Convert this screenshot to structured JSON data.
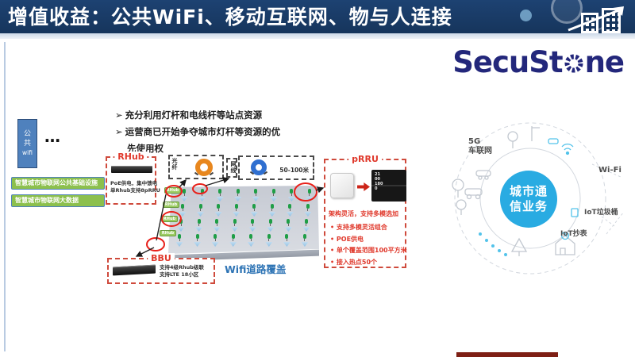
{
  "banner": {
    "title": "增值收益：公共WiFi、移动互联网、物与人连接"
  },
  "logo": {
    "left": "SecuSt",
    "right": "ne"
  },
  "sidebar": {
    "public_wifi_lines": [
      "公",
      "共",
      "wifi"
    ],
    "dots": "…",
    "green_boxes": [
      "智慧城市物联网公共基础设施",
      "智慧城市物联网大数据"
    ]
  },
  "bullets": {
    "marker": "➢",
    "line1": "充分利用灯杆和电线杆等站点资源",
    "line2": "运营商已开始争夺城市灯杆等资源的优",
    "line3": "先使用权"
  },
  "rhub_box": {
    "title": "RHub",
    "line1": "PoE供电，集中馈电",
    "line2": "单Rhub支持8pRRU"
  },
  "fiber_box": {
    "label": "光纤"
  },
  "cable_box": {
    "label": "网线",
    "distance": "50-100米"
  },
  "prru_box": {
    "title": "pRRU",
    "device_numbers": [
      "21",
      "00",
      "180",
      "0"
    ],
    "headline": "架构灵活，支持多模选加",
    "features": [
      "支持多模灵活组合",
      "POE供电",
      "单个覆盖范围100平方米",
      "接入热点50个"
    ]
  },
  "road": {
    "chip_label": "RHub",
    "caption": "Wifi道路覆盖"
  },
  "bbu_box": {
    "title": "BBU",
    "line1": "支持4级Rhub级联",
    "line2": "支持LTE 18小区"
  },
  "ring": {
    "center_line1": "城市通",
    "center_line2": "信业务",
    "label_5g_line1": "5G",
    "label_5g_line2": "车联网",
    "label_wifi": "Wi-Fi",
    "label_trash": "IoT垃圾桶",
    "label_meter": "IoT抄表"
  },
  "colors": {
    "banner_navy": "#16355c",
    "accent_red": "#e0392c",
    "caption_blue": "#2e74b5",
    "box_green": "#8cc04d",
    "ring_blue": "#29abe2"
  }
}
